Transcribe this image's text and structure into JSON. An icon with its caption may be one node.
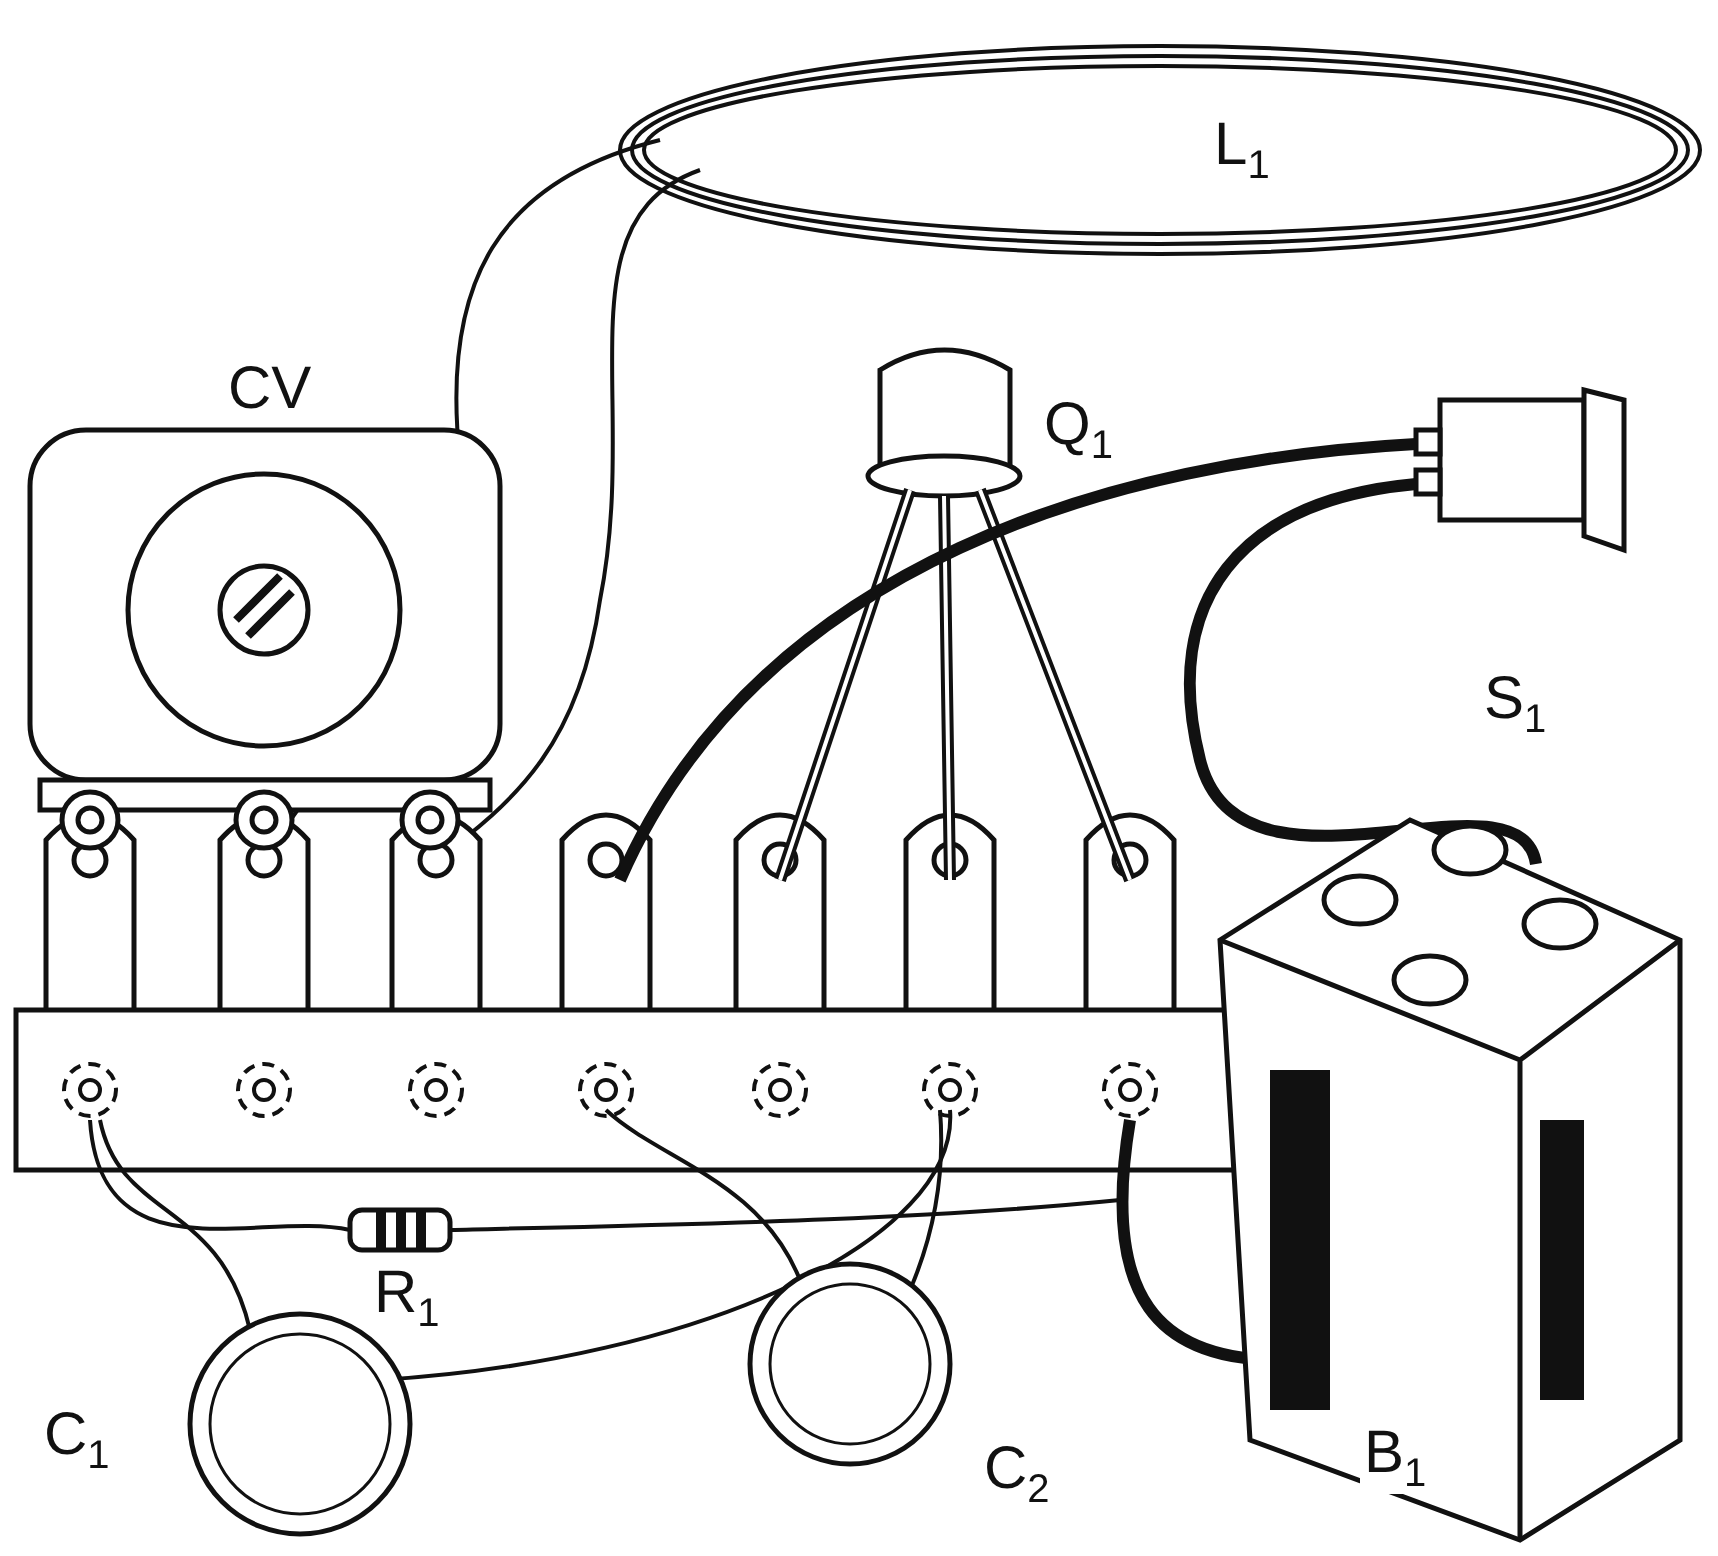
{
  "diagram": {
    "labels": [
      "L$_{1}$",
      "CV",
      "Q$_{1}$",
      "S$_{1}$",
      "R$_{1}$",
      "C$_{1}$",
      "C$_{2}$",
      "B$_{1}$"
    ]
  }
}
